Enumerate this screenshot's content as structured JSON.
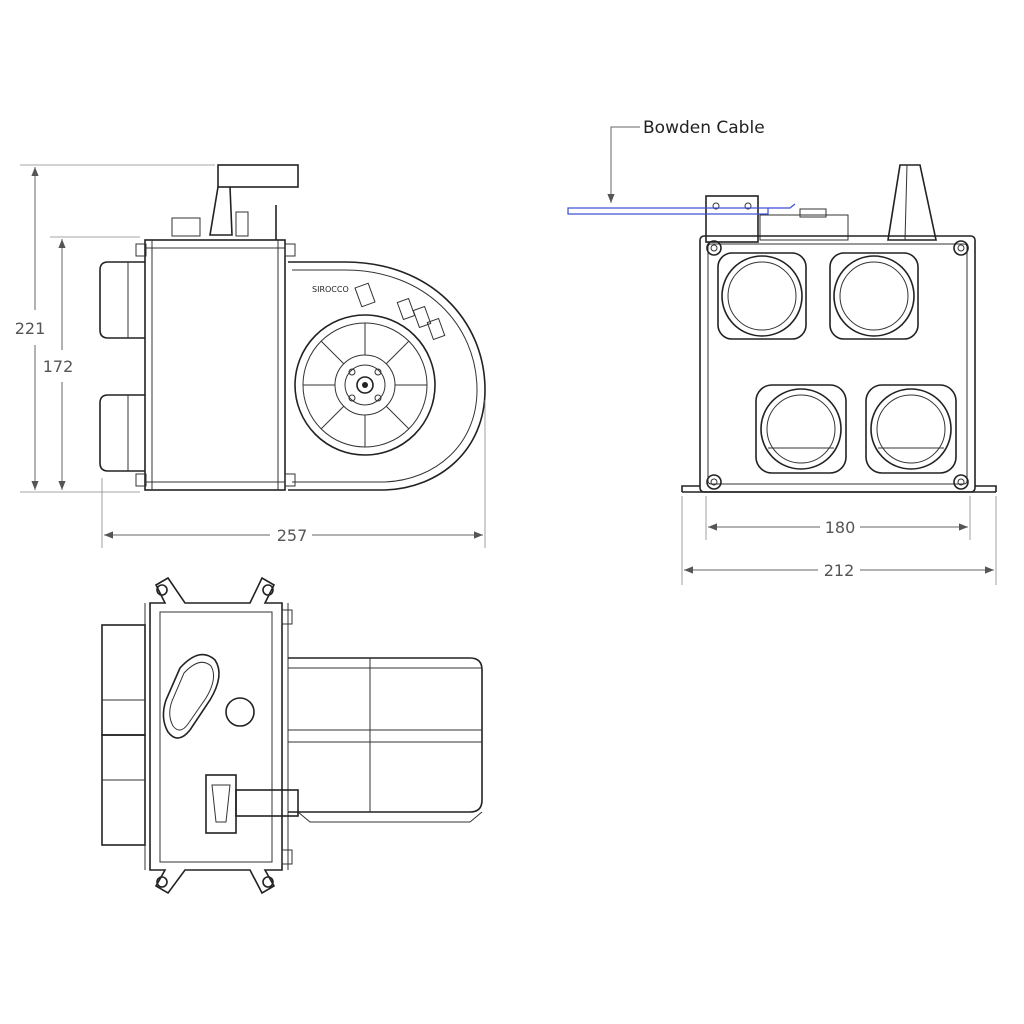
{
  "callouts": {
    "bowden_cable": "Bowden Cable",
    "brand_mark": "SIROCCO"
  },
  "dimensions": {
    "side_total_height": "221",
    "side_body_height": "172",
    "side_total_width": "257",
    "front_bolt_spacing": "180",
    "front_base_width": "212"
  },
  "colors": {
    "line": "#222222",
    "dimension": "#666666",
    "cable": "#3b4bd6"
  }
}
